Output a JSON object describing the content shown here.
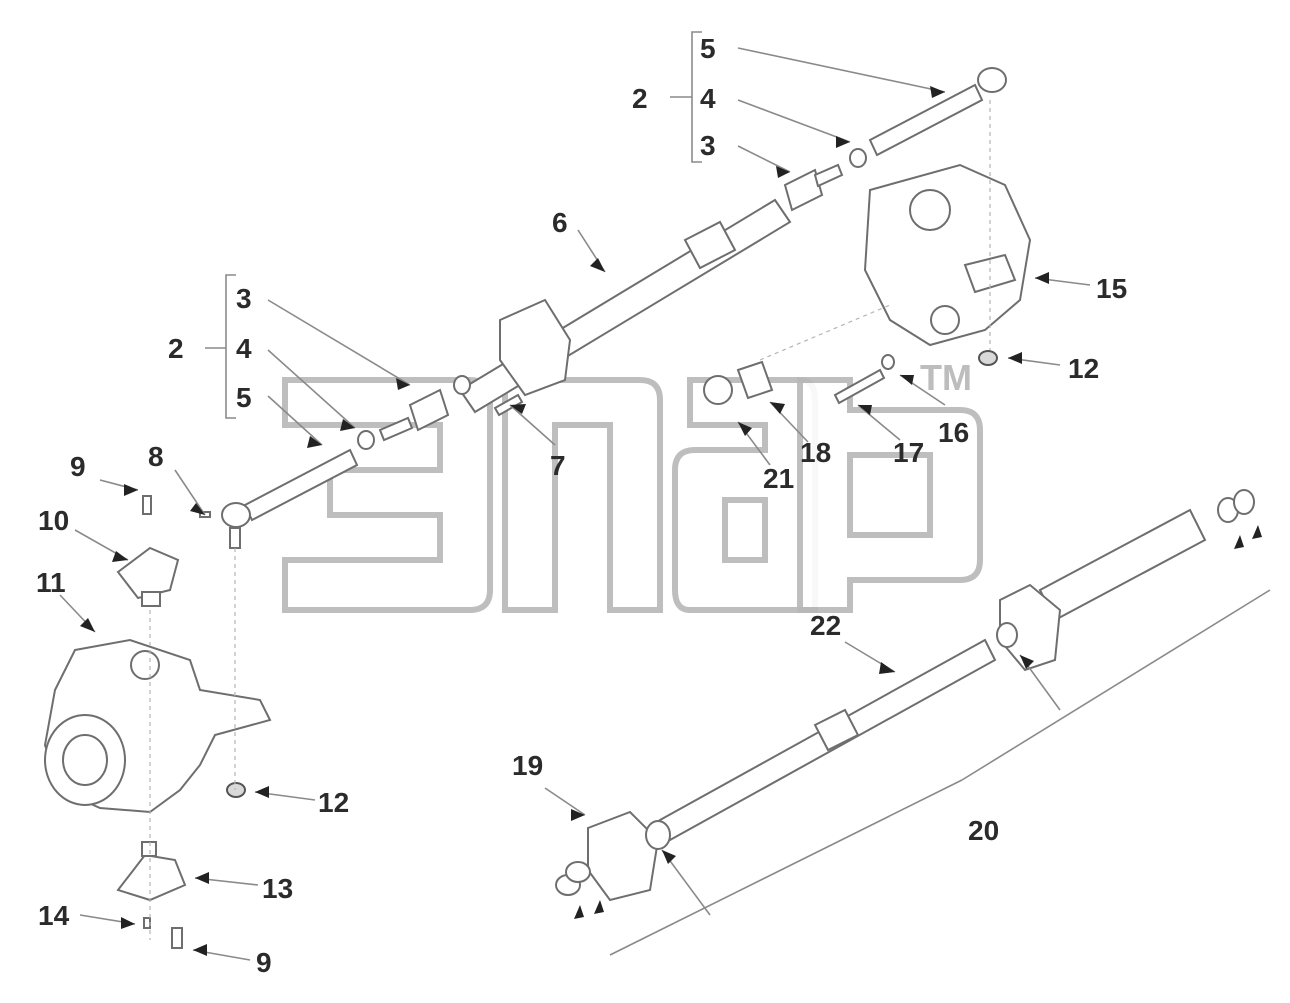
{
  "callouts": {
    "top_bracket_group": "2",
    "top_bracket_5": "5",
    "top_bracket_4": "4",
    "top_bracket_3": "3",
    "mid_bracket_group": "2",
    "mid_bracket_3": "3",
    "mid_bracket_4": "4",
    "mid_bracket_5": "5",
    "c6": "6",
    "c7": "7",
    "c8": "8",
    "c9_top": "9",
    "c9_bottom": "9",
    "c10": "10",
    "c11": "11",
    "c12_left": "12",
    "c12_right": "12",
    "c13": "13",
    "c14": "14",
    "c15": "15",
    "c16": "16",
    "c17": "17",
    "c18": "18",
    "c19": "19",
    "c20": "20",
    "c21": "21",
    "c22": "22"
  },
  "watermark": {
    "tm": "TM"
  }
}
